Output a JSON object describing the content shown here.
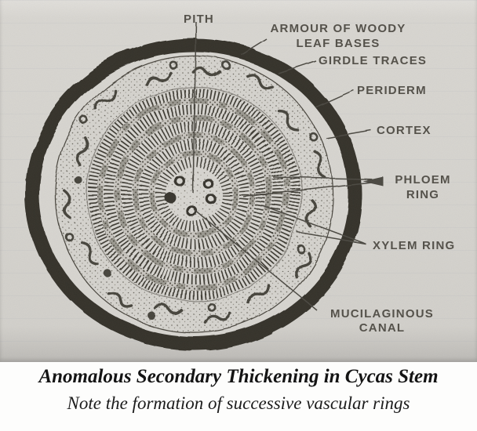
{
  "figure": {
    "description": "Cross section diagram of a Cycas stem showing anomalous secondary growth with successive rings",
    "labels": {
      "pith": "PITH",
      "armour": "ARMOUR OF WOODY\nLEAF BASES",
      "girdle_traces": "GIRDLE TRACES",
      "periderm": "PERIDERM",
      "cortex": "CORTEX",
      "phloem_ring": "PHLOEM\nRING",
      "xylem_ring": "XYLEM RING",
      "mucilaginous_canal": "MUCILAGINOUS\nCANAL"
    }
  },
  "caption": {
    "title": "Anomalous Secondary Thickening in Cycas Stem",
    "subtitle": "Note the formation of successive vascular rings"
  },
  "colors": {
    "ink": "#45423c",
    "paper": "#d7d5d0",
    "label": "#55524b",
    "caption_bg": "#fdfdfc"
  }
}
